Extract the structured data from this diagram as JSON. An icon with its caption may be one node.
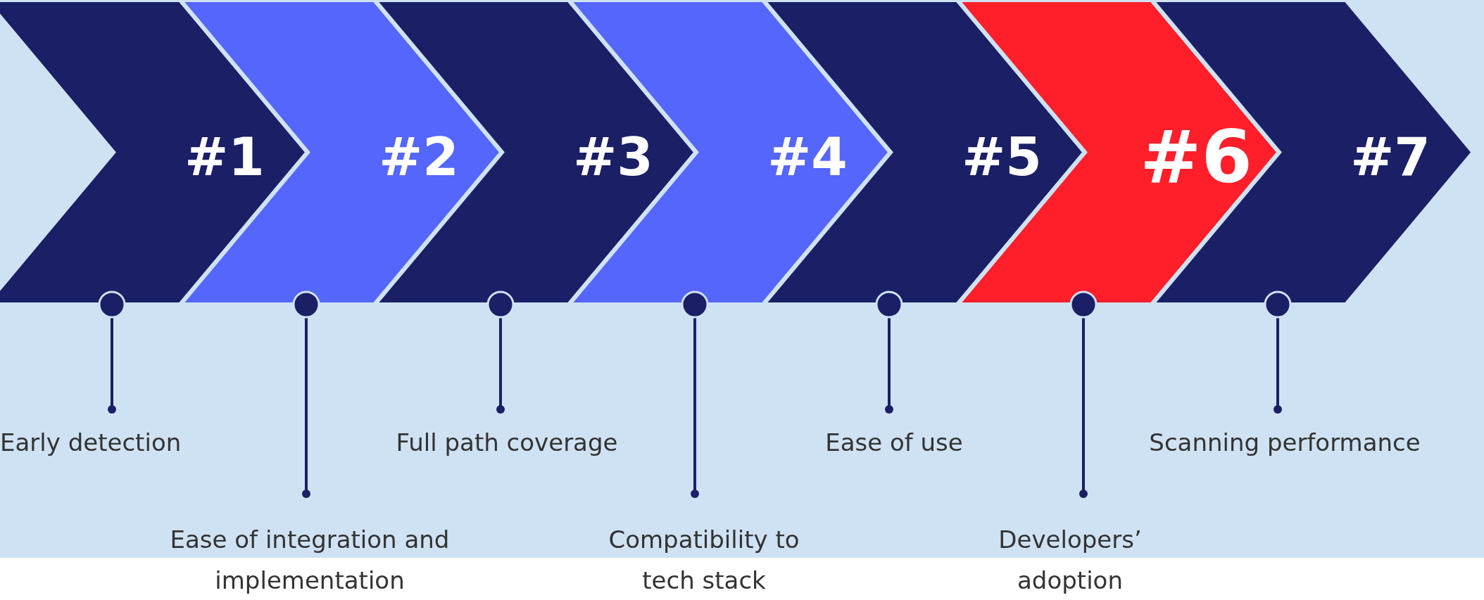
{
  "diagram": {
    "nodes": [
      {
        "text": [
          "#1"
        ]
      },
      {
        "text": [
          "#2"
        ]
      },
      {
        "text": [
          "#3"
        ]
      },
      {
        "text": [
          "#4"
        ]
      },
      {
        "text": [
          "#5"
        ]
      },
      {
        "text": [
          "#6"
        ]
      },
      {
        "text": [
          "#7"
        ]
      },
      {
        "text": [
          "Early detection"
        ]
      },
      {
        "text": [
          "Ease of integration and implementation"
        ]
      },
      {
        "text": [
          "Full path coverage"
        ]
      },
      {
        "text": [
          "Compatibility to tech stack"
        ]
      },
      {
        "text": [
          "Ease of use"
        ]
      },
      {
        "text": [
          "Developers’ adoption"
        ]
      },
      {
        "text": [
          "Scanning performance"
        ]
      }
    ],
    "edges": [
      {
        "from": 7,
        "to": 0,
        "arrow": "other"
      },
      {
        "from": 8,
        "to": 1,
        "arrow": "other"
      },
      {
        "from": 9,
        "to": 2,
        "arrow": "other"
      },
      {
        "from": 10,
        "to": 3,
        "arrow": "other"
      },
      {
        "from": 11,
        "to": 4,
        "arrow": "other"
      },
      {
        "from": 12,
        "to": 5,
        "arrow": "other"
      },
      {
        "from": 13,
        "to": 6,
        "arrow": "other"
      }
    ]
  }
}
